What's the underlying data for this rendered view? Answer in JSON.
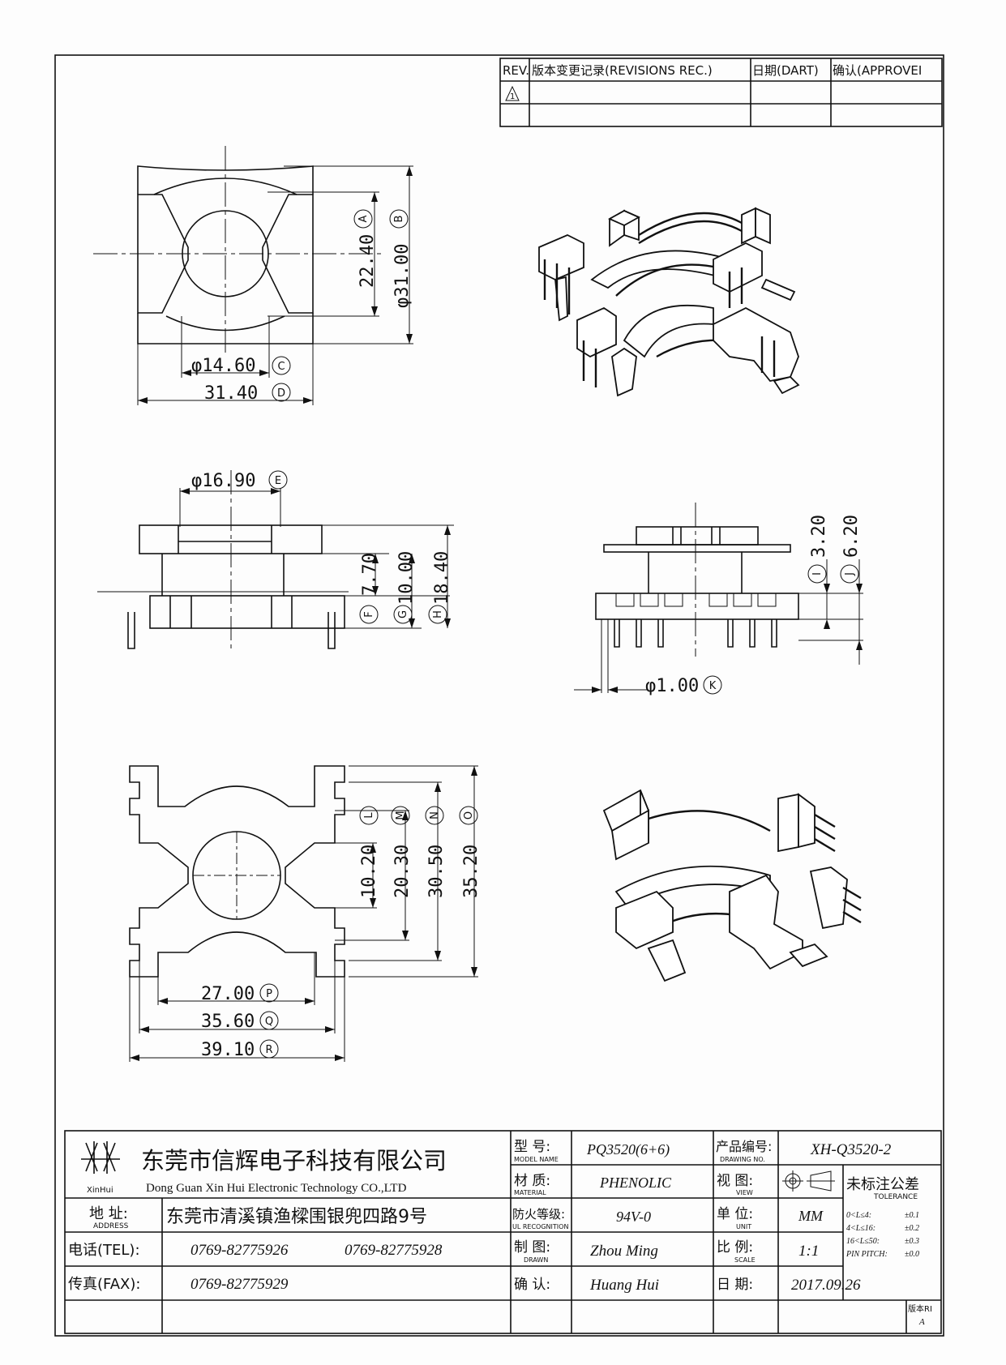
{
  "revision_table": {
    "headers": [
      "REV.",
      "版本变更记录(REVISIONS REC.)",
      "日期(DART)",
      "确认(APPROVEI"
    ],
    "rev_mark": "1"
  },
  "dimensions": {
    "A": {
      "value": "22.40",
      "letter": "A"
    },
    "B": {
      "value": "φ31.00",
      "letter": "B"
    },
    "C": {
      "value": "φ14.60",
      "letter": "C"
    },
    "D": {
      "value": "31.40",
      "letter": "D"
    },
    "E": {
      "value": "φ16.90",
      "letter": "E"
    },
    "F": {
      "value": "7.70",
      "letter": "F"
    },
    "G": {
      "value": "10.00",
      "letter": "G"
    },
    "H": {
      "value": "18.40",
      "letter": "H"
    },
    "I": {
      "value": "3.20",
      "letter": "I"
    },
    "J": {
      "value": "6.20",
      "letter": "J"
    },
    "K": {
      "value": "φ1.00",
      "letter": "K"
    },
    "L": {
      "value": "10.20",
      "letter": "L"
    },
    "M": {
      "value": "20.30",
      "letter": "M"
    },
    "N": {
      "value": "30.50",
      "letter": "N"
    },
    "O": {
      "value": "35.20",
      "letter": "O"
    },
    "P": {
      "value": "27.00",
      "letter": "P"
    },
    "Q": {
      "value": "35.60",
      "letter": "Q"
    },
    "R": {
      "value": "39.10",
      "letter": "R"
    }
  },
  "title_block": {
    "logo_text": "XinHui",
    "company_cn": "东莞市信辉电子科技有限公司",
    "company_en": "Dong Guan Xin Hui Electronic Technology CO.,LTD",
    "address_label": "地 址:",
    "address_label_en": "ADDRESS",
    "address": "东莞市清溪镇渔樑围银兜四路9号",
    "tel_label": "电话(TEL):",
    "tel1": "0769-82775926",
    "tel2": "0769-82775928",
    "fax_label": "传真(FAX):",
    "fax": "0769-82775929",
    "model_label": "型 号:",
    "model_label_en": "MODEL NAME",
    "model": "PQ3520(6+6)",
    "material_label": "材 质:",
    "material_label_en": "MATERIAL",
    "material": "PHENOLIC",
    "ul_label": "防火等级:",
    "ul_label_en": "UL RECOGNITION",
    "ul": "94V-0",
    "drawn_label": "制 图:",
    "drawn_label_en": "DRAWN",
    "drawn": "Zhou Ming",
    "approve_label": "确 认:",
    "approve": "Huang Hui",
    "drawing_no_label": "产品编号:",
    "drawing_no_label_en": "DRAWING NO.",
    "drawing_no": "XH-Q3520-2",
    "view_label": "视 图:",
    "view_label_en": "VIEW",
    "unit_label": "单 位:",
    "unit_label_en": "UNIT",
    "unit": "MM",
    "scale_label": "比 例:",
    "scale_label_en": "SCALE",
    "scale": "1:1",
    "date_label": "日 期:",
    "date": "2017.09.26",
    "version_label": "版本RI",
    "version": "A",
    "tolerance_title": "未标注公差",
    "tolerance_en": "TOLERANCE",
    "tolerances": [
      {
        "range": "0<L≤4:",
        "tol": "±0.1"
      },
      {
        "range": "4<L≤16:",
        "tol": "±0.2"
      },
      {
        "range": "16<L≤50:",
        "tol": "±0.3"
      },
      {
        "range": "PIN PITCH:",
        "tol": "±0.0"
      }
    ]
  }
}
